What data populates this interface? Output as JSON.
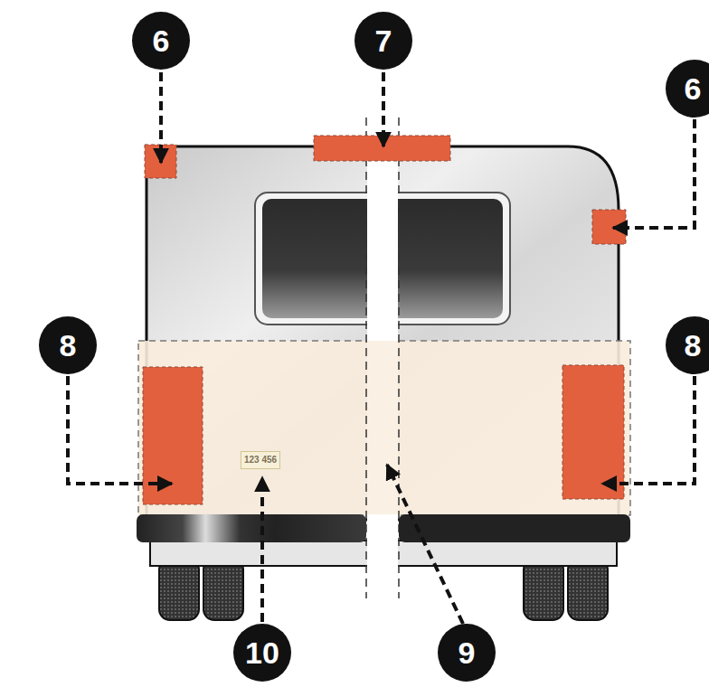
{
  "diagram": {
    "labels": [
      "6",
      "7",
      "6",
      "8",
      "8",
      "123 456",
      "10",
      "9"
    ]
  }
}
